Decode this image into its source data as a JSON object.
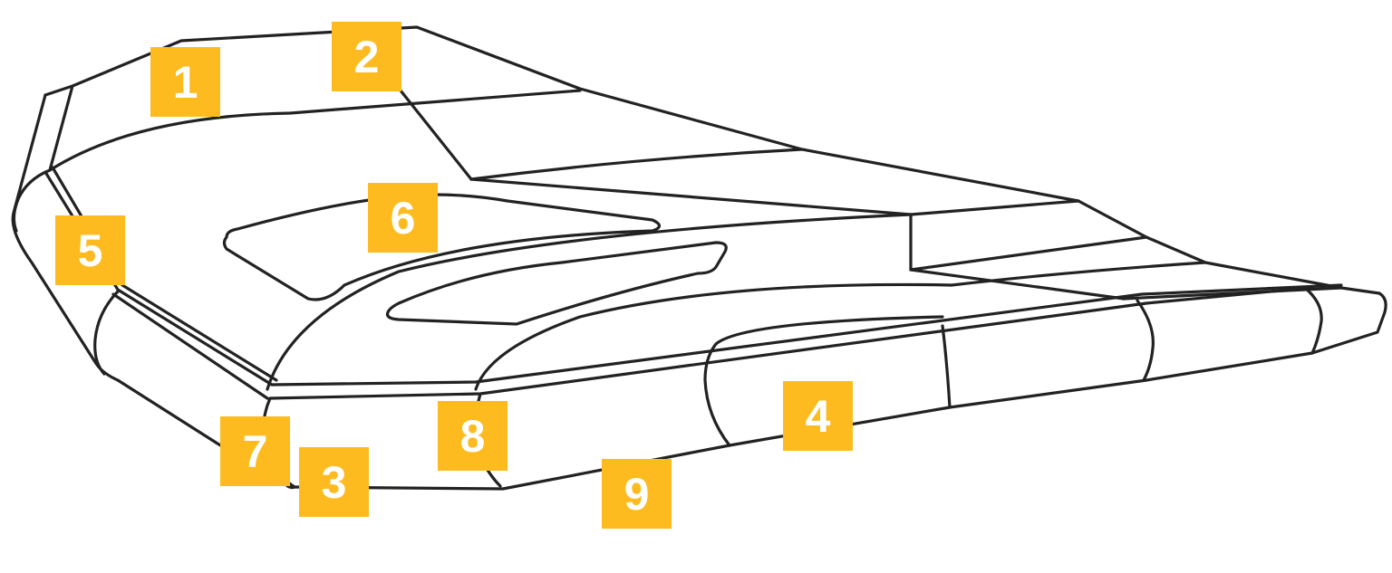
{
  "colors": {
    "callout_fill": "#FDBB1F",
    "callout_text": "#FFFFFF",
    "line": "#222222",
    "background": "#FFFFFF"
  },
  "callouts": {
    "c1": "1",
    "c2": "2",
    "c3": "3",
    "c4": "4",
    "c5": "5",
    "c6": "6",
    "c7": "7",
    "c8": "8",
    "c9": "9"
  }
}
